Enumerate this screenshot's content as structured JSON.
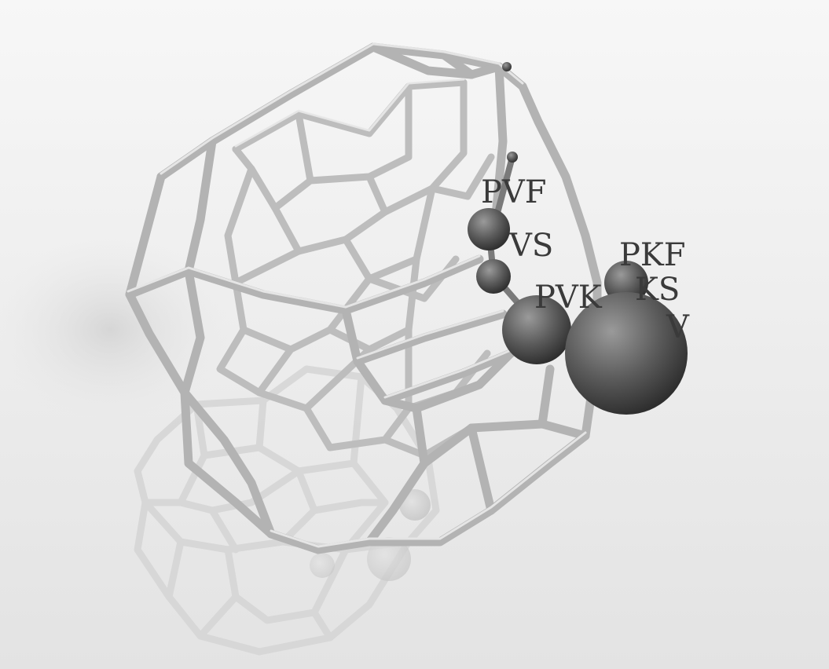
{
  "labels": {
    "pvf": "PVF",
    "vs": "VS",
    "pvk": "PVK",
    "pkf": "PKF",
    "ks": "KS",
    "v": "V"
  },
  "colors": {
    "background_top": "#f8f8f8",
    "background_bottom": "#e6e6e6",
    "frame": "#b9b9b9",
    "frame_highlight": "#ececec",
    "sphere": "#6a6a6a",
    "reflection": "#d8d8d8",
    "label": "#3a3a3a"
  }
}
